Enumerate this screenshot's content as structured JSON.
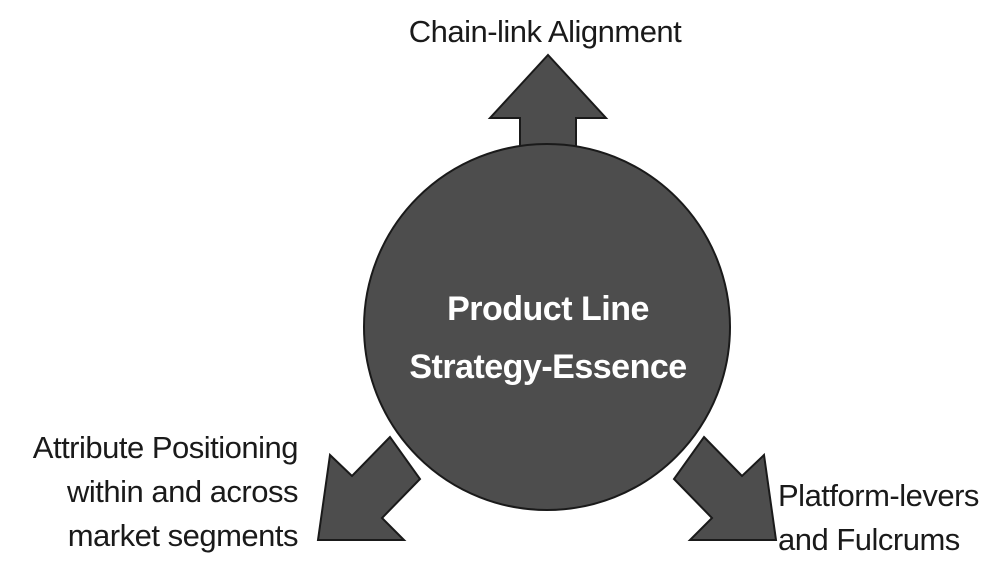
{
  "colors": {
    "fill": "#4d4d4d",
    "stroke": "#1a1a1a",
    "center_text": "#ffffff",
    "label_text": "#1a1a1a"
  },
  "center": {
    "lines": [
      "Product Line",
      "Strategy-Essence"
    ]
  },
  "arrows": {
    "top": {
      "label_lines": [
        "Chain-link Alignment"
      ]
    },
    "left": {
      "label_lines": [
        "Attribute Positioning",
        "within and across",
        "market segments"
      ]
    },
    "right": {
      "label_lines": [
        "Platform-levers",
        "and Fulcrums"
      ]
    }
  }
}
